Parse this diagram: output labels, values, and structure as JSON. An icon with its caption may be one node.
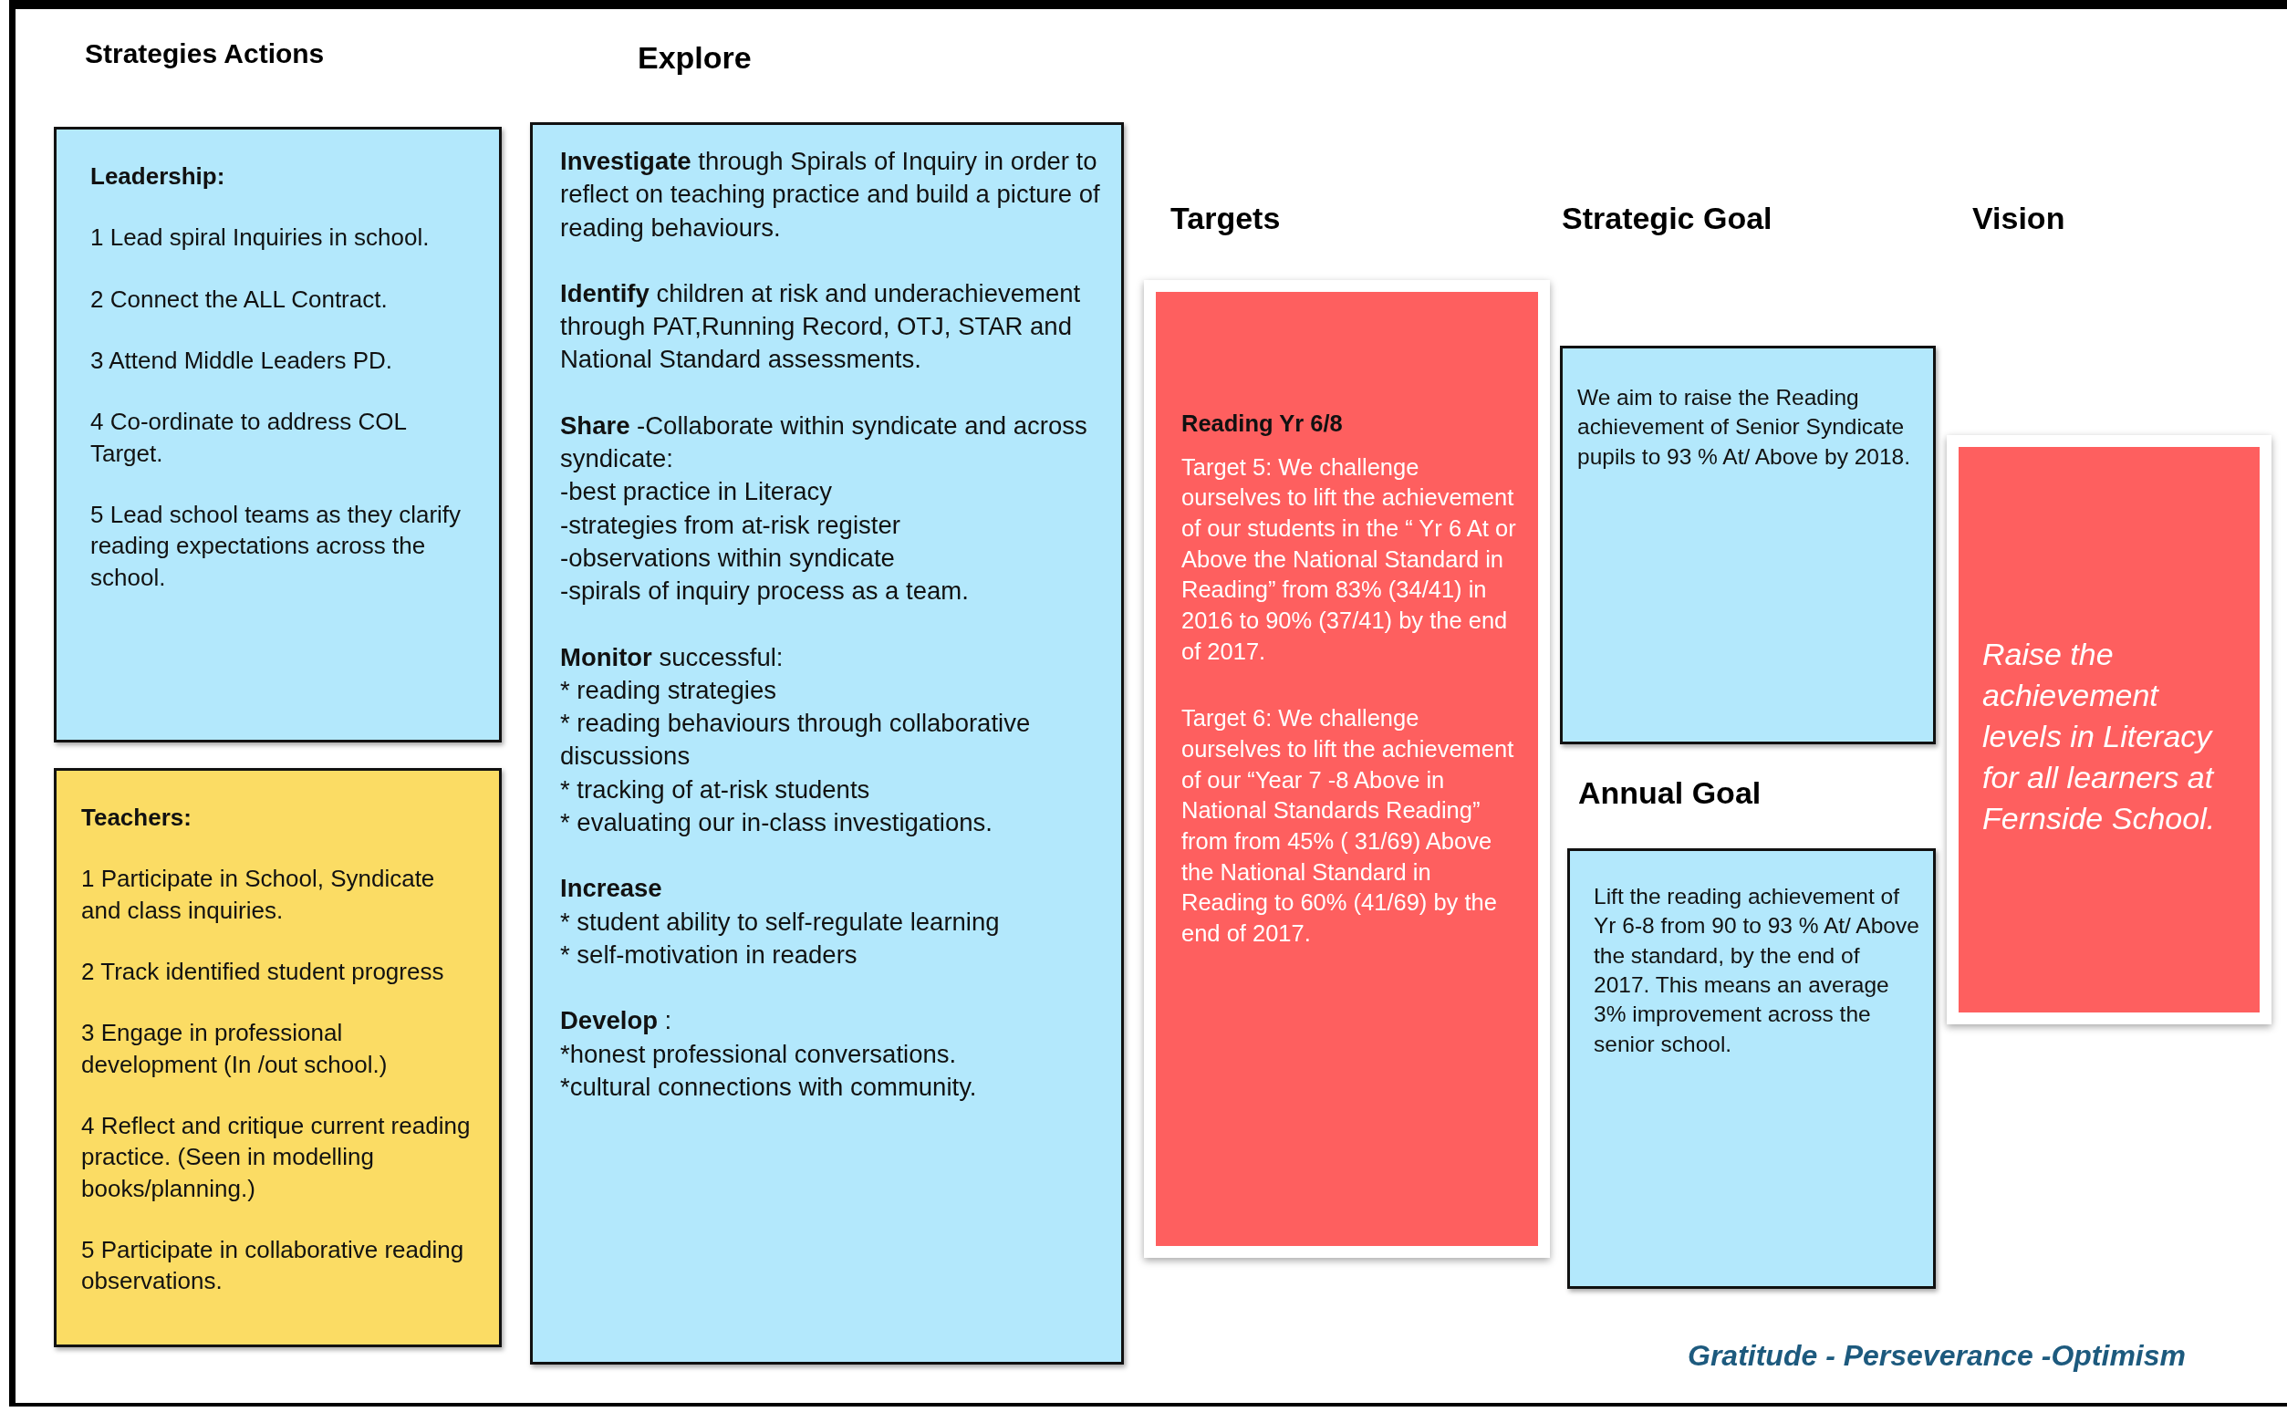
{
  "diagram": {
    "nodes": [
      {
        "text": [
          "Leadership:",
          "1 Lead spiral Inquiries in school.",
          "2 Connect the ALL Contract.",
          "3 Attend Middle Leaders PD.",
          "4 Co-ordinate to address COL Target.",
          "5 Lead school teams as they clarify reading expectations across the school."
        ]
      },
      {
        "text": [
          "Teachers:",
          "1 Participate in School, Syndicate and class inquiries.",
          "2 Track identified student progress",
          "3 Engage in professional development (In /out school.)",
          "4 Reflect and critique current reading practice. (Seen in modelling books/planning.)",
          "5 Participate in collaborative reading observations."
        ]
      },
      {
        "text": [
          "**Investigate** through Spirals of Inquiry in order to reflect on teaching practice and build a picture of reading behaviours.",
          "**Identify** children at risk and underachievement through PAT,Running Record, OTJ, STAR and National Standard assessments.",
          "**Share** -Collaborate within syndicate and across syndicate:",
          "-best practice in Literacy",
          "-strategies from at-risk register",
          "-observations within syndicate",
          "-spirals of inquiry process as a team.",
          "**Monitor** successful:",
          "* reading strategies",
          "* reading behaviours through collaborative discussions",
          "* tracking of at-risk students",
          "* evaluating our in-class investigations.",
          "Increase",
          "* student ability to self-regulate learning",
          "* self-motivation in readers",
          "**Develop** :",
          "*honest professional conversations.",
          "*cultural connections with community."
        ]
      },
      {
        "text": [
          "Reading Yr 6/8",
          "Target 5: We challenge ourselves to lift the achievement of our students in the “ Yr 6 At or Above the National Standard in Reading” from 83% (34/41) in 2016 to 90% (37/41) by the end of 2017.",
          "Target 6: We challenge ourselves to lift the achievement of our “Year 7 -8 Above in National Standards Reading” from from 45% ( 31/69) Above the National Standard in Reading to 60% (41/69) by the end of 2017."
        ]
      },
      {
        "text": [
          "We aim to raise the Reading achievement of Senior Syndicate pupils to 93 % At/ Above by 2018."
        ]
      },
      {
        "text": [
          "Lift the reading achievement of Yr 6-8 from 90 to 93 % At/ Above the standard, by the end of 2017. This means an average 3% improvement across the senior school."
        ]
      },
      {
        "text": [
          "Raise the achievement levels in Literacy for all learners at Fernside School."
        ]
      }
    ],
    "labels": [
      "Strategies Actions",
      "Explore",
      "Targets",
      "Strategic Goal",
      "Vision",
      "Annual Goal",
      "Gratitude - Perseverance -Optimism"
    ]
  }
}
